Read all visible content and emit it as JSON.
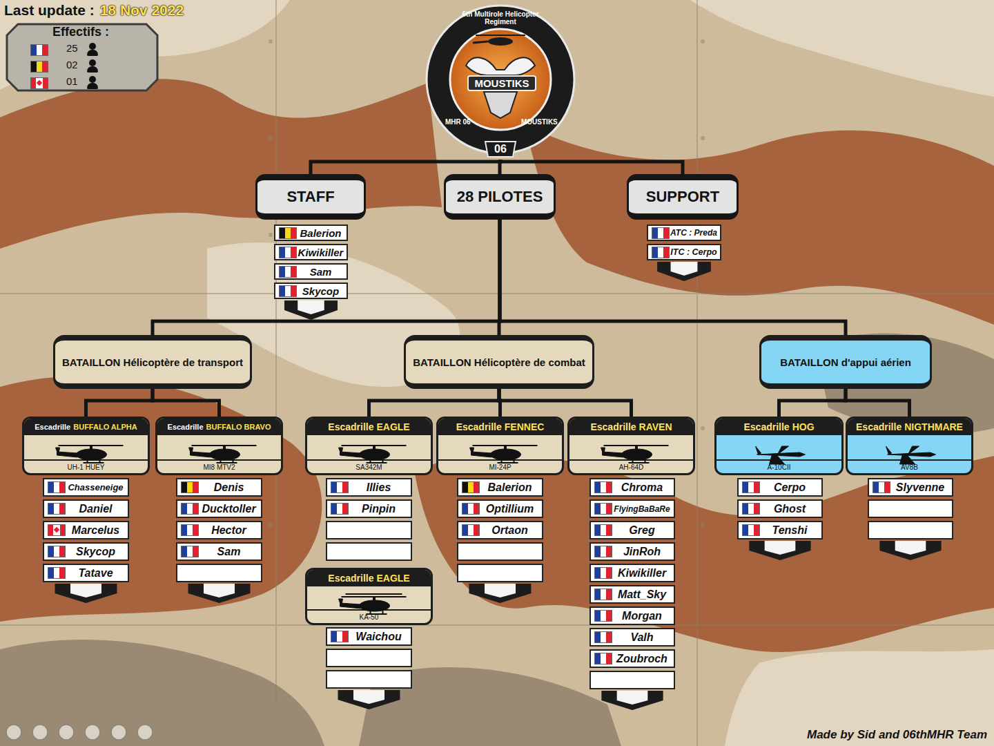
{
  "diagram": {
    "nodes": [
      {
        "text": [
          "Effectifs :",
          "25",
          "02",
          "01"
        ]
      },
      {
        "text": [
          "6th Multirole Helicopter Regiment",
          "MOUSTIKS",
          "MHR 06",
          "MOUSTIKS",
          "06"
        ]
      },
      {
        "text": [
          "STAFF"
        ]
      },
      {
        "text": [
          "28 PILOTES"
        ]
      },
      {
        "text": [
          "SUPPORT"
        ]
      },
      {
        "text": [
          "Balerion"
        ]
      },
      {
        "text": [
          "Kiwikiller"
        ]
      },
      {
        "text": [
          "Sam"
        ]
      },
      {
        "text": [
          "Skycop"
        ]
      },
      {
        "text": [
          "ATC : Preda"
        ]
      },
      {
        "text": [
          "ITC : Cerpo"
        ]
      },
      {
        "text": [
          "BATAILLON Hélicoptère de transport"
        ]
      },
      {
        "text": [
          "BATAILLON Hélicoptère de combat"
        ]
      },
      {
        "text": [
          "BATAILLON d'appui aérien"
        ]
      },
      {
        "text": [
          "Escadrille",
          "BUFFALO ALPHA",
          "UH-1 HUEY"
        ]
      },
      {
        "text": [
          "Escadrille",
          "BUFFALO BRAVO",
          "MI8 MTV2"
        ]
      },
      {
        "text": [
          "Escadrille",
          "EAGLE",
          "SA342M"
        ]
      },
      {
        "text": [
          "Escadrille",
          "FENNEC",
          "MI-24P"
        ]
      },
      {
        "text": [
          "Escadrille",
          "RAVEN",
          "AH-64D"
        ]
      },
      {
        "text": [
          "Escadrille",
          "HOG",
          "A-10CII"
        ]
      },
      {
        "text": [
          "Escadrille",
          "NIGTHMARE",
          "AV8B"
        ]
      },
      {
        "text": [
          "Chasseneige"
        ]
      },
      {
        "text": [
          "Daniel"
        ]
      },
      {
        "text": [
          "Marcelus"
        ]
      },
      {
        "text": [
          "Skycop"
        ]
      },
      {
        "text": [
          "Tatave"
        ]
      },
      {
        "text": [
          "Denis"
        ]
      },
      {
        "text": [
          "Ducktoller"
        ]
      },
      {
        "text": [
          "Hector"
        ]
      },
      {
        "text": [
          "Sam"
        ]
      },
      {
        "text": [
          "Illies"
        ]
      },
      {
        "text": [
          "Pinpin"
        ]
      },
      {
        "text": [
          "Escadrille",
          "EAGLE",
          "KA-50"
        ]
      },
      {
        "text": [
          "Waichou"
        ]
      },
      {
        "text": [
          "Balerion"
        ]
      },
      {
        "text": [
          "Optillium"
        ]
      },
      {
        "text": [
          "Ortaon"
        ]
      },
      {
        "text": [
          "Chroma"
        ]
      },
      {
        "text": [
          "FlyingBaBaRe"
        ]
      },
      {
        "text": [
          "Greg"
        ]
      },
      {
        "text": [
          "JinRoh"
        ]
      },
      {
        "text": [
          "Kiwikiller"
        ]
      },
      {
        "text": [
          "Matt_Sky"
        ]
      },
      {
        "text": [
          "Morgan"
        ]
      },
      {
        "text": [
          "Valh"
        ]
      },
      {
        "text": [
          "Zoubroch"
        ]
      },
      {
        "text": [
          "Cerpo"
        ]
      },
      {
        "text": [
          "Ghost"
        ]
      },
      {
        "text": [
          "Tenshi"
        ]
      },
      {
        "text": [
          "Slyvenne"
        ]
      }
    ],
    "edges": [
      {
        "from": 1,
        "to": 2,
        "arrow": "none"
      },
      {
        "from": 1,
        "to": 3,
        "arrow": "none"
      },
      {
        "from": 1,
        "to": 4,
        "arrow": "none"
      },
      {
        "from": 3,
        "to": 11,
        "arrow": "none"
      },
      {
        "from": 3,
        "to": 12,
        "arrow": "none"
      },
      {
        "from": 3,
        "to": 13,
        "arrow": "none"
      },
      {
        "from": 11,
        "to": 14,
        "arrow": "none"
      },
      {
        "from": 11,
        "to": 15,
        "arrow": "none"
      },
      {
        "from": 12,
        "to": 16,
        "arrow": "none"
      },
      {
        "from": 12,
        "to": 17,
        "arrow": "none"
      },
      {
        "from": 12,
        "to": 18,
        "arrow": "none"
      },
      {
        "from": 13,
        "to": 19,
        "arrow": "none"
      },
      {
        "from": 13,
        "to": 20,
        "arrow": "none"
      }
    ],
    "labels": [
      "Last update :",
      "18 Nov 2022",
      "Made by Sid and 06thMHR Team"
    ]
  }
}
